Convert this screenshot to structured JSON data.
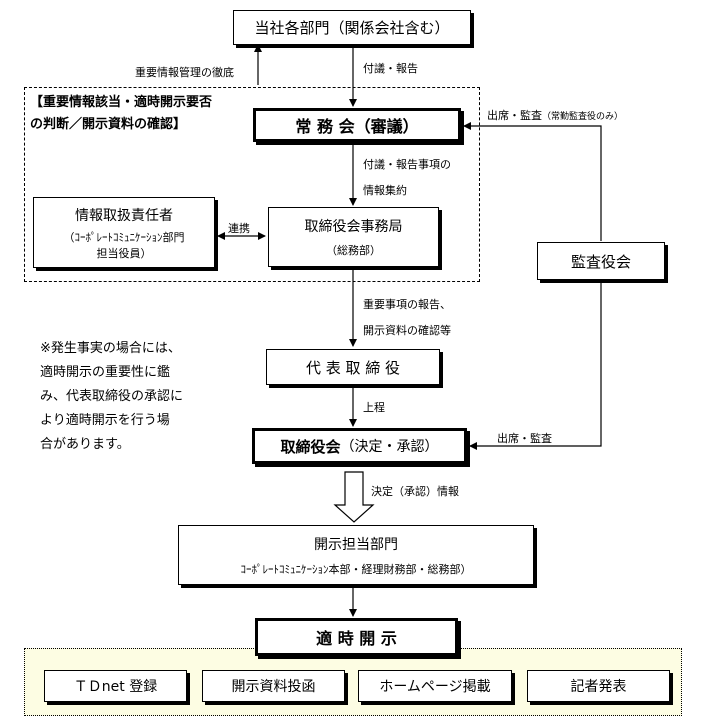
{
  "nodes": {
    "company_depts": "当社各部門（関係会社含む）",
    "executive_committee": "常 務 会（審議）",
    "info_officer_title": "情報取扱責任者",
    "info_officer_sub": "（ｺｰﾎﾟﾚｰﾄｺﾐｭﾆｹｰｼｮﾝ部門",
    "info_officer_sub2": "担当役員）",
    "board_office_title": "取締役会事務局",
    "board_office_sub": "（総務部）",
    "auditors": "監査役会",
    "representative": "代 表 取 締 役",
    "board_main": "取締役会",
    "board_sub": "（決定・承認）",
    "disclosure_dept_title": "開示担当部門",
    "disclosure_dept_sub": "ｺｰﾎﾟﾚｰﾄｺﾐｭﾆｹｰｼｮﾝ本部・経理財務部・総務部）",
    "timely_disclosure": "適 時 開 示",
    "outputs": [
      "ＴＤnet 登録",
      "開示資料投函",
      "ホームページ掲載",
      "記者発表"
    ]
  },
  "dashed_group_title": [
    "【重要情報該当・適時開示要否",
    "の判断／開示資料の確認】"
  ],
  "labels": {
    "thorough_mgmt": "重要情報管理の徹底",
    "submit_report": "付議・報告",
    "attend_audit": "出席・監査",
    "attend_audit_note": "（常勤監査役のみ）",
    "info_collect_1": "付議・報告事項の",
    "info_collect_2": "情報集約",
    "liaison": "連携",
    "report_1": "重要事項の報告、",
    "report_2": "開示資料の確認等",
    "submit": "上程",
    "attend_audit_2": "出席・監査",
    "decision_info": "決定（承認）情報"
  },
  "note": [
    "※発生事実の場合には、",
    "適時開示の重要性に鑑",
    "み、代表取締役の承認に",
    "より適時開示を行う場",
    "合があります。"
  ]
}
